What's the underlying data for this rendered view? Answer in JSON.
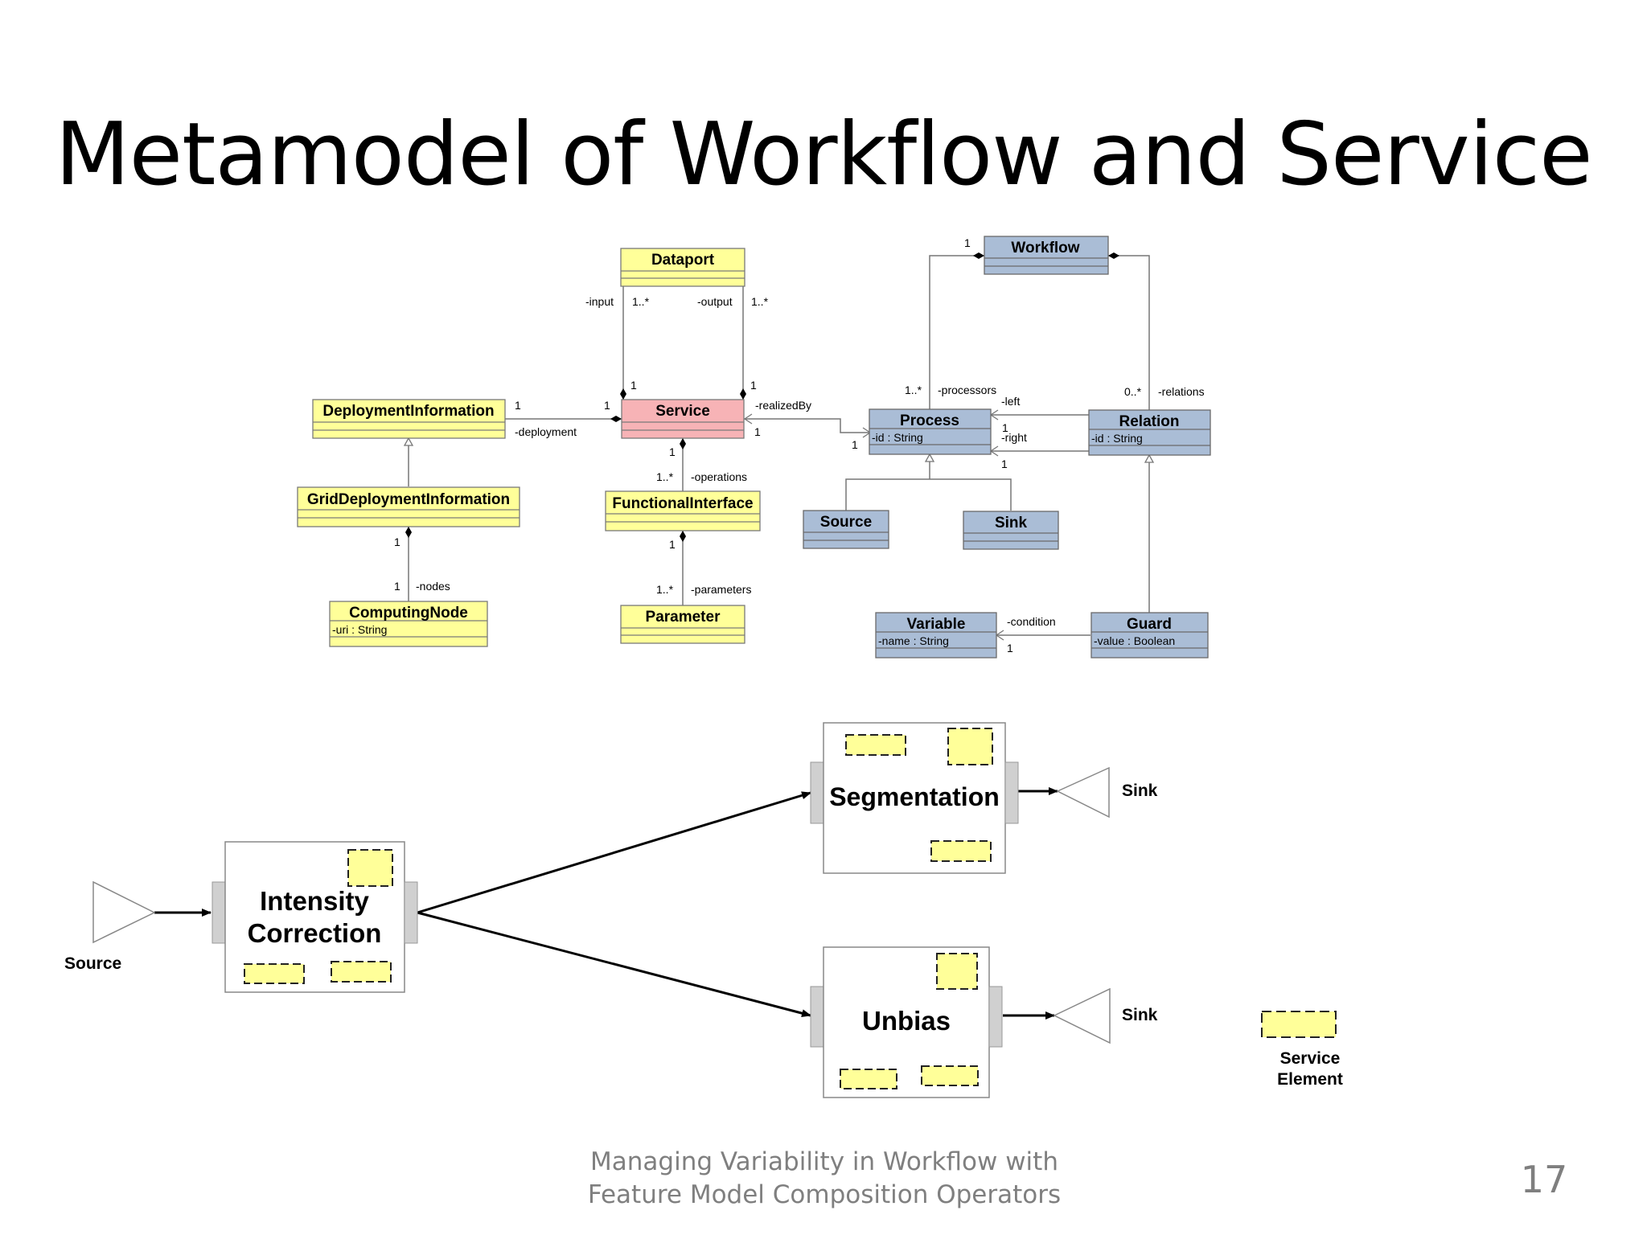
{
  "slide": {
    "title": "Metamodel of Workflow and Service",
    "footer_line1": "Managing Variability in Workflow with",
    "footer_line2": "Feature Model Composition Operators",
    "page_number": "17"
  },
  "uml": {
    "classes": {
      "dataport": {
        "name": "Dataport"
      },
      "service": {
        "name": "Service"
      },
      "deployment_information": {
        "name": "DeploymentInformation"
      },
      "grid_deployment_information": {
        "name": "GridDeploymentInformation"
      },
      "computing_node": {
        "name": "ComputingNode",
        "attr": "-uri : String"
      },
      "functional_interface": {
        "name": "FunctionalInterface"
      },
      "parameter": {
        "name": "Parameter"
      },
      "workflow": {
        "name": "Workflow"
      },
      "process": {
        "name": "Process",
        "attr": "-id : String"
      },
      "relation": {
        "name": "Relation",
        "attr": "-id : String"
      },
      "source": {
        "name": "Source"
      },
      "sink": {
        "name": "Sink"
      },
      "variable": {
        "name": "Variable",
        "attr": "-name : String"
      },
      "guard": {
        "name": "Guard",
        "attr": "-value : Boolean"
      }
    },
    "labels": {
      "input": "-input",
      "input_mult": "1..*",
      "output": "-output",
      "output_mult": "1..*",
      "one": "1",
      "deployment": "-deployment",
      "realized_by": "-realizedBy",
      "operations": "-operations",
      "operations_mult": "1..*",
      "parameters": "-parameters",
      "parameters_mult": "1..*",
      "nodes": "-nodes",
      "processors": "-processors",
      "processors_mult": "1..*",
      "relations": "-relations",
      "relations_mult": "0..*",
      "left": "-left",
      "right": "-right",
      "condition": "-condition"
    }
  },
  "workflow_diagram": {
    "source_label": "Source",
    "intensity_correction_line1": "Intensity",
    "intensity_correction_line2": "Correction",
    "segmentation_label": "Segmentation",
    "unbias_label": "Unbias",
    "sink_label": "Sink",
    "legend_line1": "Service",
    "legend_line2": "Element"
  },
  "colors": {
    "yellow": "#ffff99",
    "service_pink": "#f7b3b6",
    "blue": "#aabdd6",
    "box_border": "#7a7a7a",
    "connector_gray": "#d0d0d0",
    "footer_gray": "#7f7f7f"
  }
}
